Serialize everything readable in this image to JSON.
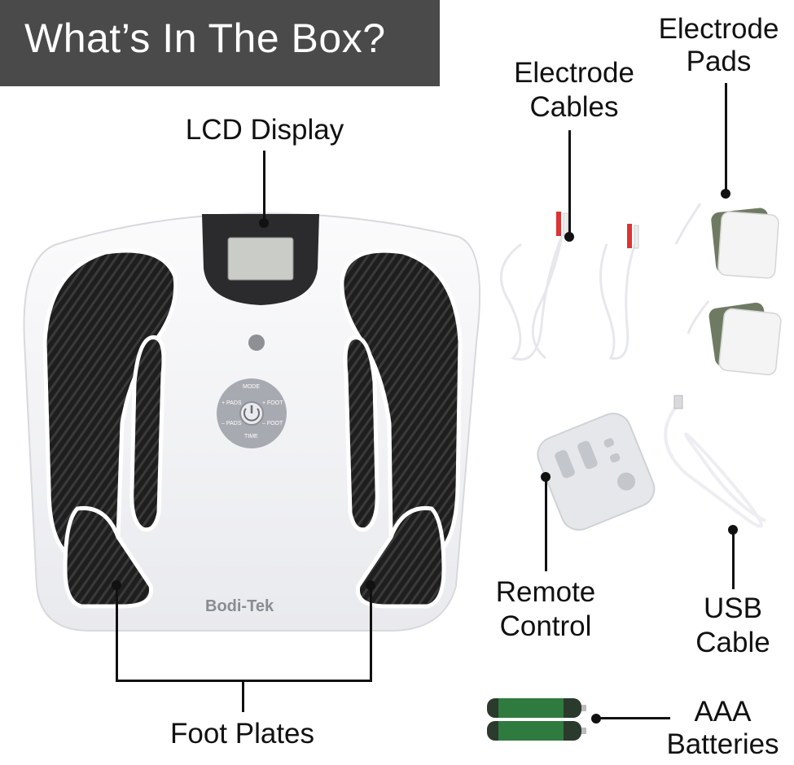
{
  "title": "What’s In The Box?",
  "labels": {
    "lcd_display": "LCD Display",
    "foot_plates": "Foot Plates",
    "electrode_cables_1": "Electrode",
    "electrode_cables_2": "Cables",
    "electrode_pads_1": "Electrode",
    "electrode_pads_2": "Pads",
    "remote_control_1": "Remote",
    "remote_control_2": "Control",
    "usb_cable_1": "USB",
    "usb_cable_2": "Cable",
    "batteries_1": "AAA",
    "batteries_2": "Batteries"
  },
  "device": {
    "brand": "Bodi-Tek",
    "buttons": {
      "mode": "MODE",
      "pads_plus": "+ PADS",
      "foot_plus": "+ FOOT",
      "pads_minus": "– PADS",
      "foot_minus": "– FOOT",
      "time": "TIME"
    }
  },
  "colors": {
    "title_bg": "#4a4a4a",
    "plate": "#1e1e1e",
    "device_body": "#f4f5f7",
    "lcd_glass": "#c9ccc7"
  }
}
